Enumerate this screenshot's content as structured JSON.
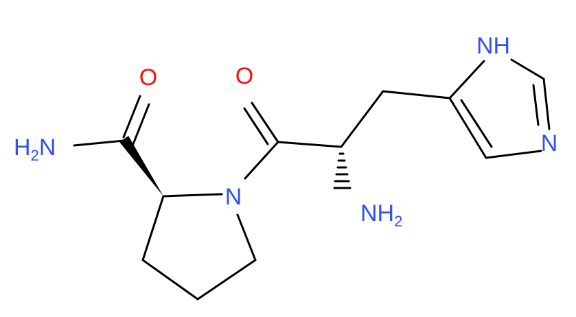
{
  "colors": {
    "background": "#ffffff",
    "bond": "#000000",
    "oxygen": "#ff0d0d",
    "nitrogen": "#3050f8"
  },
  "atoms": {
    "o_amide": "O",
    "o_ketone": "O",
    "nh2_amide_main": "H",
    "nh2_amide_n": "N",
    "nh2_amide_sub": "2",
    "n_ring": "N",
    "nh2_alpha_main": "NH",
    "nh2_alpha_sub": "2",
    "nh_imidazole": "NH",
    "n_imidazole": "N"
  }
}
